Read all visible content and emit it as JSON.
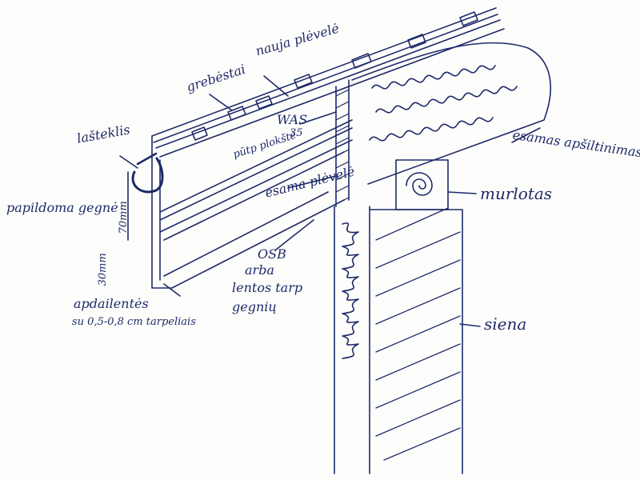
{
  "labels": {
    "grebestai": "grebėstai",
    "nauja_pleve": "nauja plėvelė",
    "lasteklis": "lašteklis",
    "was": "WAS",
    "was_size": "35",
    "pucp_plokste": "pūtp plokštė",
    "esama_pleve": "esama plėvelė",
    "papildoma_gegne": "papildoma gegnė",
    "dim_70mm": "70mm",
    "dim_30mm": "30mm",
    "apdailentes": "apdailentės",
    "tarpelis": "su 0,5-0,8 cm tarpeliais",
    "osb_1": "OSB",
    "osb_2": "arba",
    "osb_3": "lentos tarp",
    "osb_4": "gegnių",
    "esamas_apsiltinimas": "esamas apšiltinimas",
    "murlotas": "murlotas",
    "siena": "siena"
  },
  "colors": {
    "ink": "#1e2a6a",
    "paper": "#fdfdfb"
  }
}
